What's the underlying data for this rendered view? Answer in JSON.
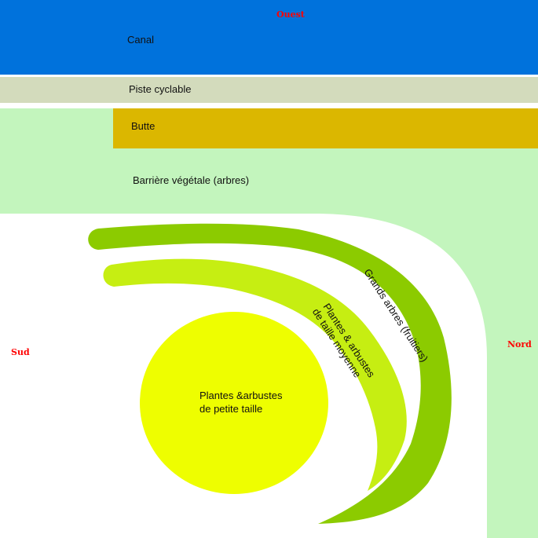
{
  "compass": {
    "west": "Ouest",
    "south": "Sud",
    "north": "Nord"
  },
  "zones": {
    "canal": "Canal",
    "bike_path": "Piste cyclable",
    "mound": "Butte",
    "plant_barrier": "Barrière végétale (arbres)",
    "large_trees": "Grands arbres (fruitiers)",
    "medium_line1": "Plantes & arbustes",
    "medium_line2": "de taille moyenne",
    "small_line1": "Plantes &arbustes",
    "small_line2": "de petite taille"
  },
  "colors": {
    "canal": "#0072dc",
    "bike_path": "#d3dbbc",
    "mound": "#dbb700",
    "plant_barrier": "#c3f5bd",
    "large_trees": "#8ccb00",
    "medium_plants": "#c6ee12",
    "small_plants": "#eefe00",
    "compass_text": "#ff0000"
  }
}
